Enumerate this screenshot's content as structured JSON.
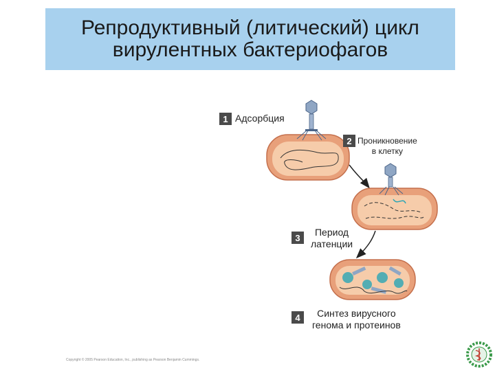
{
  "title": {
    "line1": "Репродуктивный (литический) цикл",
    "line2": "вирулентных бактериофагов"
  },
  "steps": [
    {
      "number": "1",
      "label_lines": [
        "Адсорбция"
      ]
    },
    {
      "number": "2",
      "label_lines": [
        "Проникновение",
        "в клетку"
      ]
    },
    {
      "number": "3",
      "label_lines": [
        "Период",
        "латенции"
      ]
    },
    {
      "number": "4",
      "label_lines": [
        "Синтез вирусного",
        "генома и протеинов"
      ]
    }
  ],
  "copyright": "Copyright © 2005 Pearson Education, Inc., publishing as Pearson Benjamin Cummings.",
  "colors": {
    "title_background": "#a8d1ee",
    "cell_outer": "#e8a07a",
    "cell_inner": "#f6ccaa",
    "phage": "#8fa6c4",
    "step_badge": "#4a4a4a"
  },
  "icons": {
    "logo": "caduceus-emblem-icon"
  }
}
